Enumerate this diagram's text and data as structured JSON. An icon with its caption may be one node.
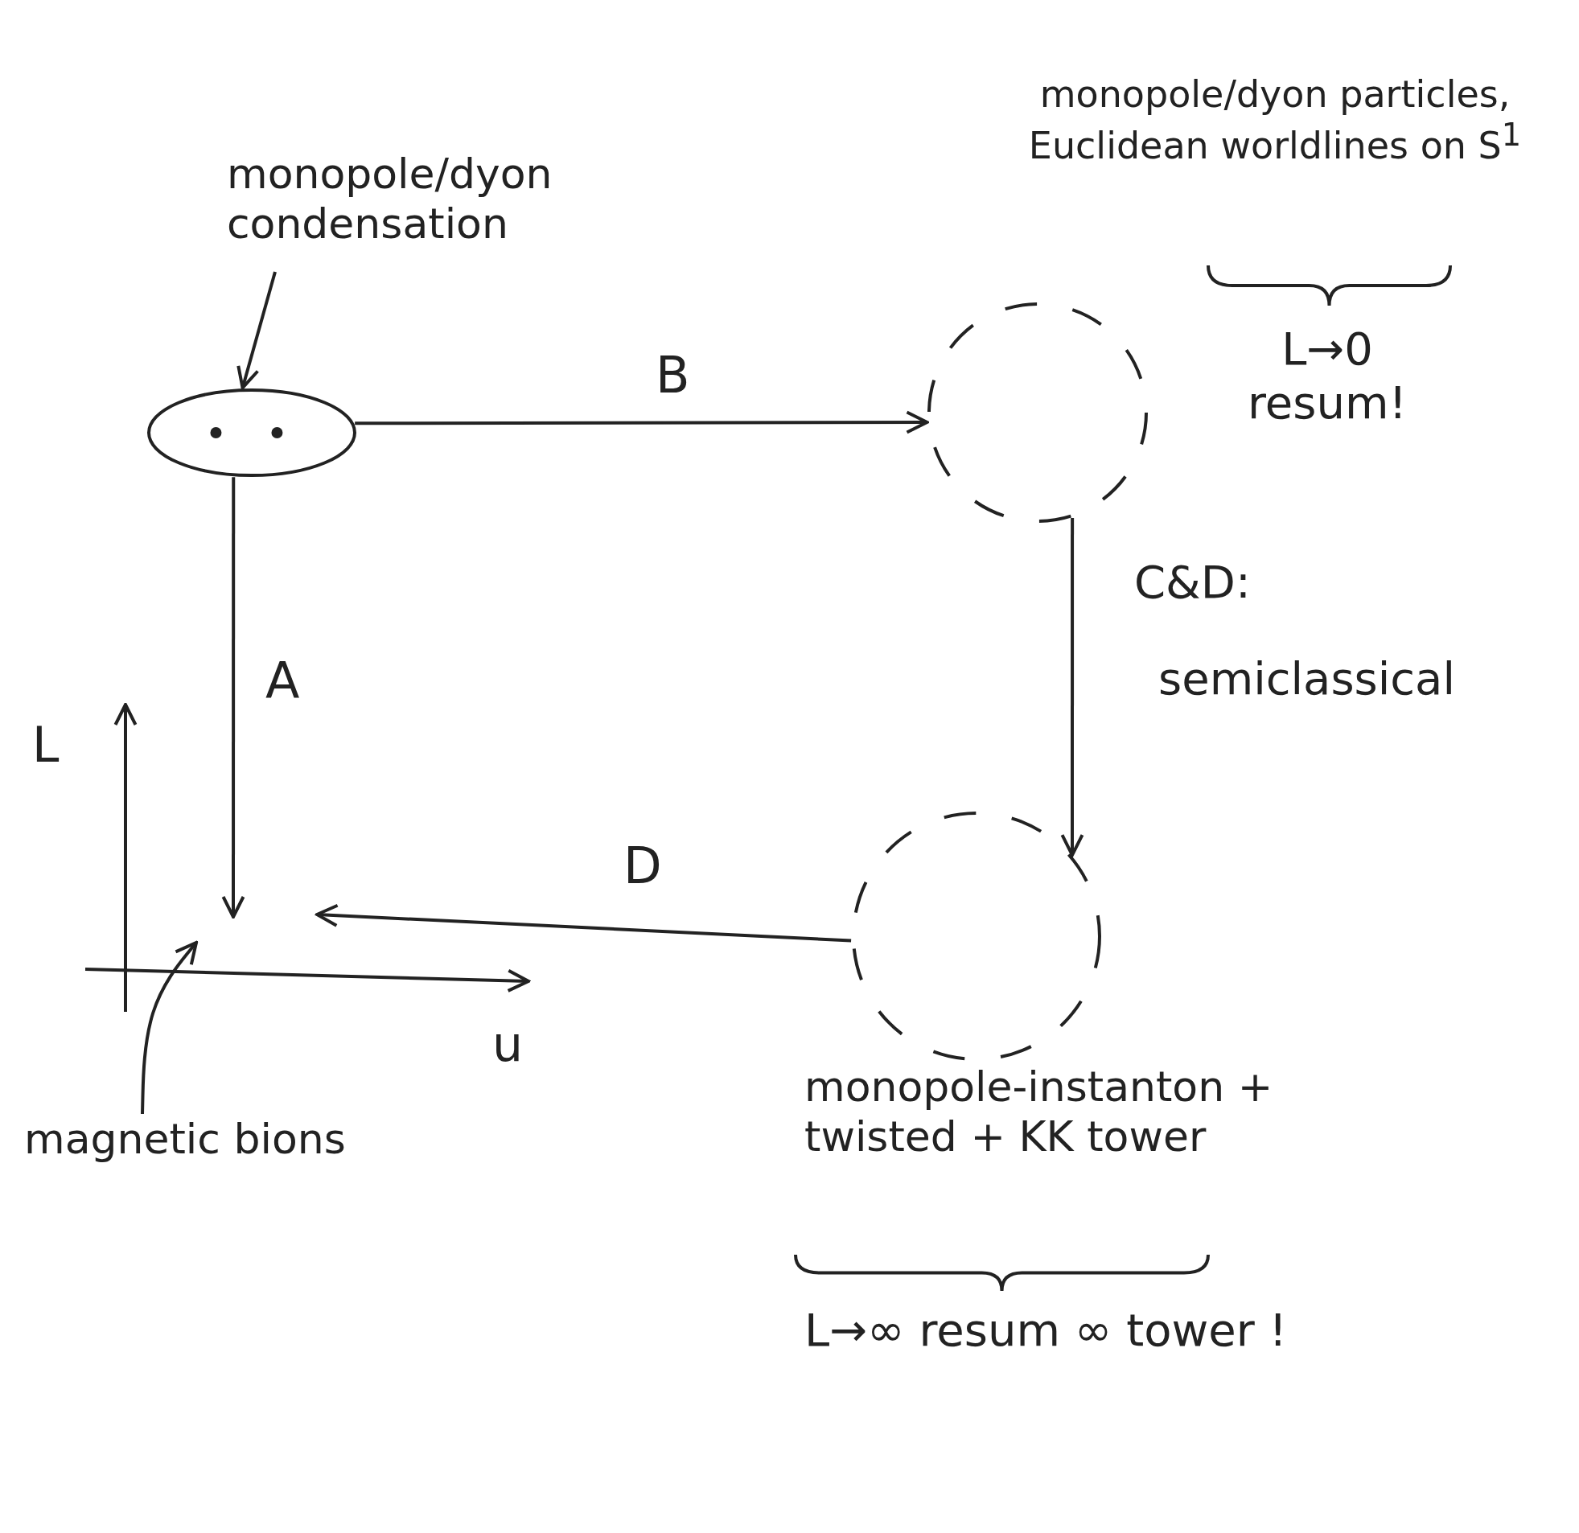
{
  "diagram": {
    "nodes": [
      {
        "text": [
          "monopole/dyon condensation"
        ]
      },
      {
        "text": [],
        "shape": "ellipse"
      },
      {
        "text": [],
        "shape": "circle"
      },
      {
        "text": [],
        "shape": "circle",
        "beside": [
          "monopole-instanton + twisted + KK tower"
        ]
      },
      {
        "text": [
          "magnetic bions"
        ]
      }
    ],
    "edges": [
      {
        "from": 0,
        "to": 1,
        "arrow": "to"
      },
      {
        "from": 1,
        "to": null,
        "label": "A",
        "arrow": "to"
      },
      {
        "from": 1,
        "to": 2,
        "label": "B",
        "arrow": "to"
      },
      {
        "from": 2,
        "to": 3,
        "arrow": "to"
      },
      {
        "from": 3,
        "to": null,
        "label": "D",
        "arrow": "to"
      },
      {
        "from": 4,
        "to": null,
        "arrow": "to"
      }
    ],
    "labels": [
      "monopole/dyon particles, Euclidean worldlines on S$^{1}$",
      "L→0 resum!",
      "C&D:",
      "semiclassical",
      "L",
      "u",
      "L→∞ resum ∞ tower !"
    ]
  }
}
